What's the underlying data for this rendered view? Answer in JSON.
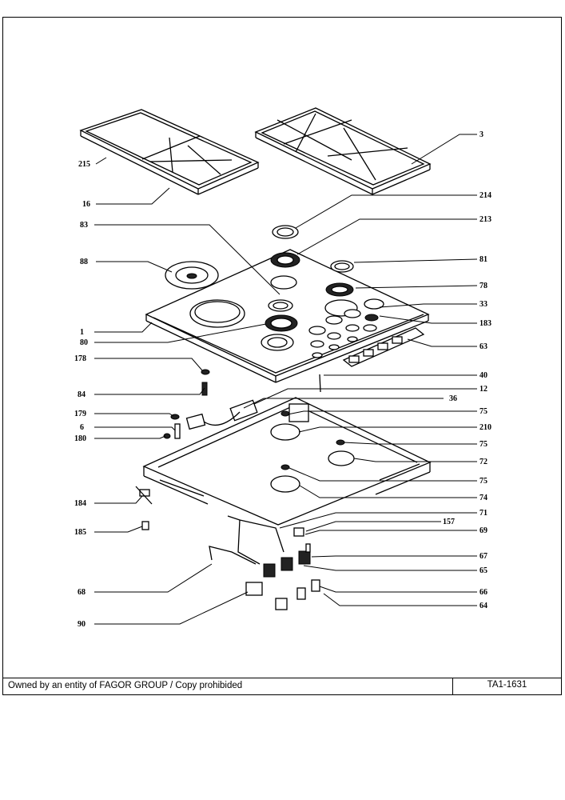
{
  "footer": {
    "ownership": "Owned by an entity of FAGOR GROUP / Copy prohibided",
    "code": "TA1-1631"
  },
  "callouts": {
    "c215": "215",
    "c16": "16",
    "c3": "3",
    "c214": "214",
    "c213": "213",
    "c83": "83",
    "c88": "88",
    "c81": "81",
    "c78": "78",
    "c33": "33",
    "c183": "183",
    "c1": "1",
    "c80": "80",
    "c63": "63",
    "c178": "178",
    "c40": "40",
    "c84": "84",
    "c12": "12",
    "c36": "36",
    "c179": "179",
    "c75a": "75",
    "c6": "6",
    "c210": "210",
    "c180": "180",
    "c75b": "75",
    "c72": "72",
    "c75c": "75",
    "c74": "74",
    "c184": "184",
    "c71": "71",
    "c157": "157",
    "c185": "185",
    "c69": "69",
    "c67": "67",
    "c65": "65",
    "c68": "68",
    "c66": "66",
    "c64": "64",
    "c90": "90"
  }
}
